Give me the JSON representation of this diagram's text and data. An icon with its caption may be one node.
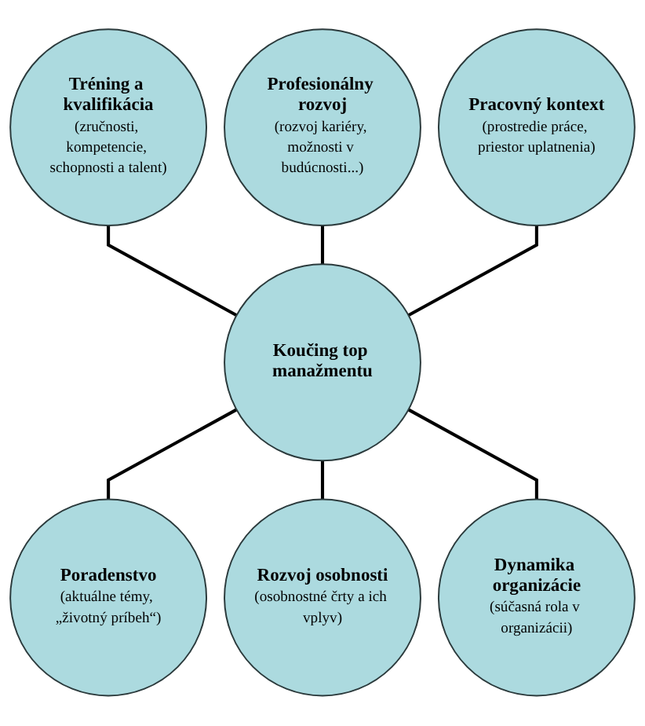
{
  "diagram": {
    "nodes": [
      {
        "text": [
          "Profesionálny rozvoj",
          "(rozvoj kariéry, možnosti v budúcnosti...)"
        ]
      },
      {
        "text": [
          "Tréning a kvalifikácia",
          "(zručnosti, kompetencie, schopnosti a talent)"
        ]
      },
      {
        "text": [
          "Pracovný kontext",
          "(prostredie práce, priestor uplatnenia)"
        ]
      },
      {
        "text": [
          "Koučing top manažmentu"
        ]
      },
      {
        "text": [
          "Dynamika organizácie",
          "(súčasná rola v organizácii)"
        ]
      },
      {
        "text": [
          "Poradenstvo",
          "(aktuálne témy, „životný príbeh“)"
        ]
      },
      {
        "text": [
          "Rozvoj osobnosti",
          "(osobnostné črty a ich vplyv)"
        ]
      }
    ],
    "edges": [
      {
        "from": 1,
        "to": 3,
        "arrow": "none"
      },
      {
        "from": 0,
        "to": 3,
        "arrow": "none"
      },
      {
        "from": 2,
        "to": 3,
        "arrow": "none"
      },
      {
        "from": 3,
        "to": 5,
        "arrow": "none"
      },
      {
        "from": 3,
        "to": 6,
        "arrow": "none"
      },
      {
        "from": 3,
        "to": 4,
        "arrow": "none"
      }
    ]
  }
}
